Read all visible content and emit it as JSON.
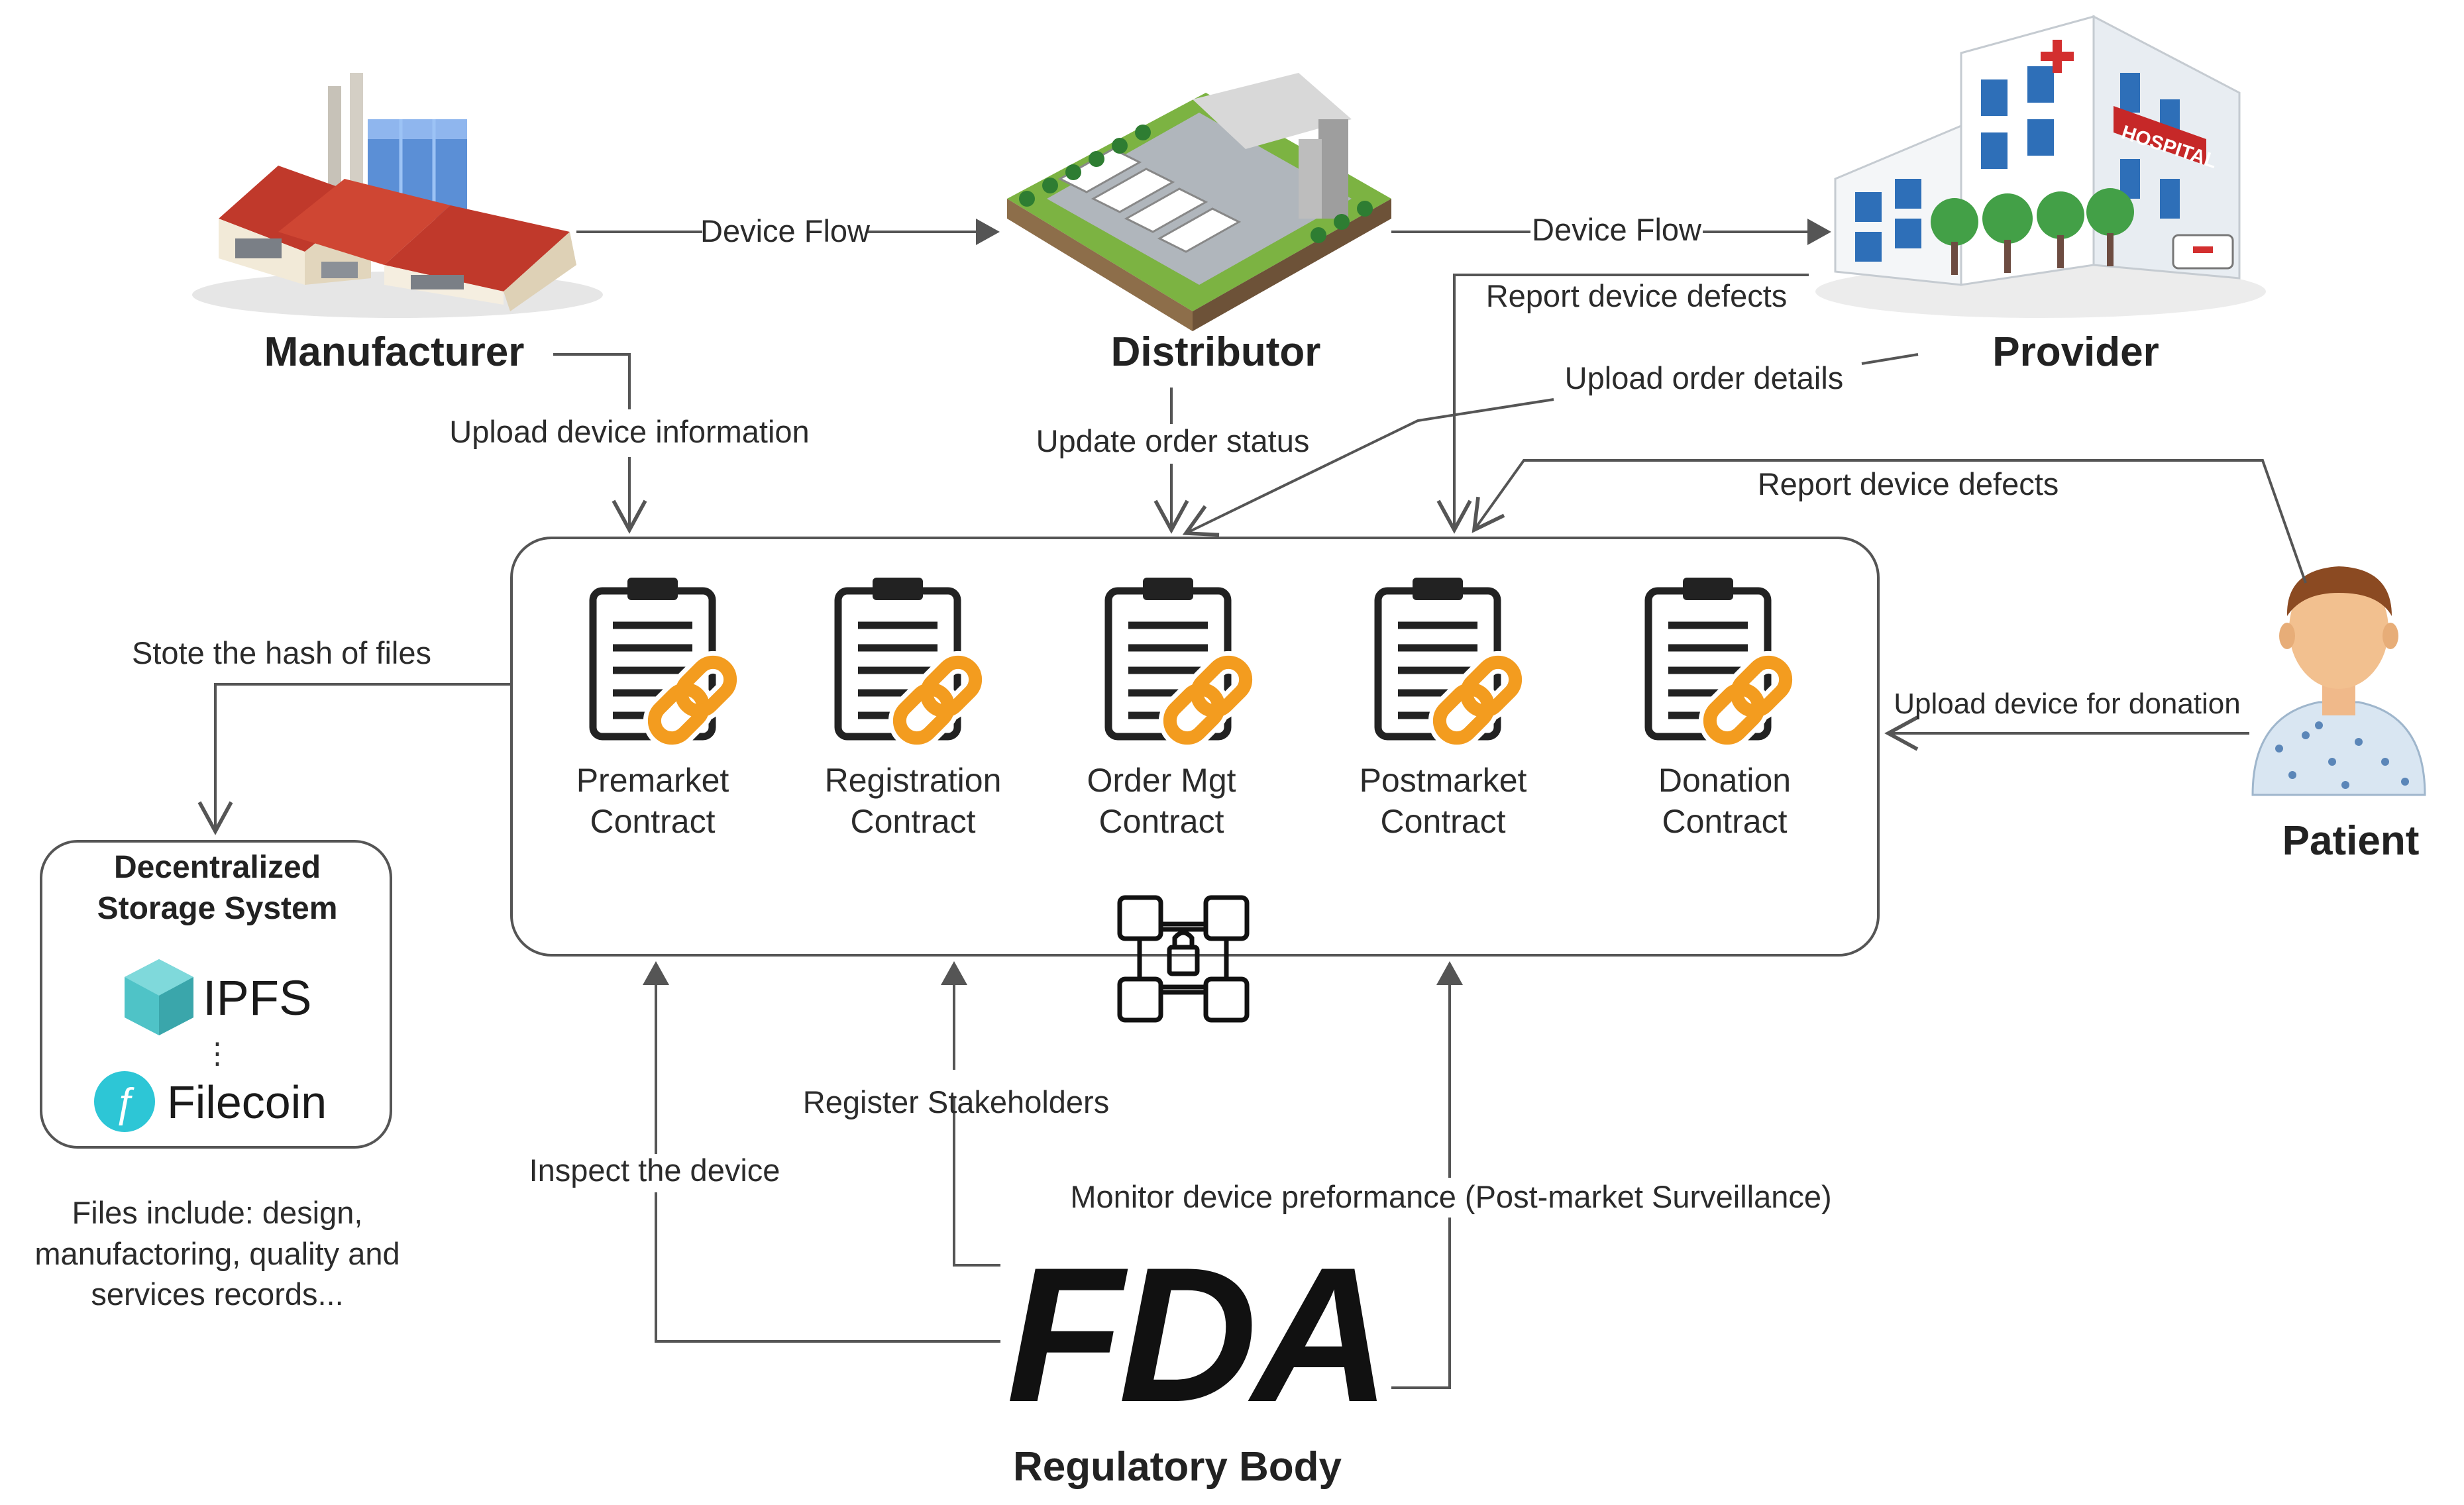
{
  "actors": {
    "manufacturer": "Manufacturer",
    "distributor": "Distributor",
    "provider": "Provider",
    "patient": "Patient",
    "regulator": "Regulatory Body"
  },
  "signs": {
    "hospital": "HOSPITAL",
    "fda": "FDA"
  },
  "flows": {
    "device_flow_1": "Device Flow",
    "device_flow_2": "Device Flow",
    "upload_device_info": "Upload device information",
    "update_order_status": "Update order status",
    "report_defects_provider": "Report device defects",
    "upload_order_details": "Upload order details",
    "report_defects_patient": "Report device defects",
    "upload_donation": "Upload device for donation",
    "store_hash": "Stote the hash of files",
    "register_stakeholders": "Register Stakeholders",
    "inspect_device": "Inspect the device",
    "monitor_performance": "Monitor device preformance (Post-market Surveillance)"
  },
  "contracts": [
    {
      "line1": "Premarket",
      "line2": "Contract"
    },
    {
      "line1": "Registration",
      "line2": "Contract"
    },
    {
      "line1": "Order Mgt",
      "line2": "Contract"
    },
    {
      "line1": "Postmarket",
      "line2": "Contract"
    },
    {
      "line1": "Donation",
      "line2": "Contract"
    }
  ],
  "storage": {
    "title_line1": "Decentralized",
    "title_line2": "Storage System",
    "ipfs": "IPFS",
    "ellipsis": "⋮",
    "filecoin": "Filecoin",
    "filecoin_glyph": "ƒ"
  },
  "files_note": {
    "line1": "Files include: design,",
    "line2": "manufactoring, quality and",
    "line3": "services records..."
  },
  "icons": [
    "factory-icon",
    "warehouse-icon",
    "hospital-icon",
    "patient-icon",
    "contract-icon",
    "blockchain-lock-icon",
    "ipfs-cube-icon",
    "filecoin-icon",
    "fda-logo"
  ],
  "colors": {
    "line": "#555555",
    "link_orange": "#f39c1f",
    "ipfs_teal": "#4fc3c7",
    "filecoin_teal": "#2dc6d6",
    "roof_red": "#c0392b"
  }
}
